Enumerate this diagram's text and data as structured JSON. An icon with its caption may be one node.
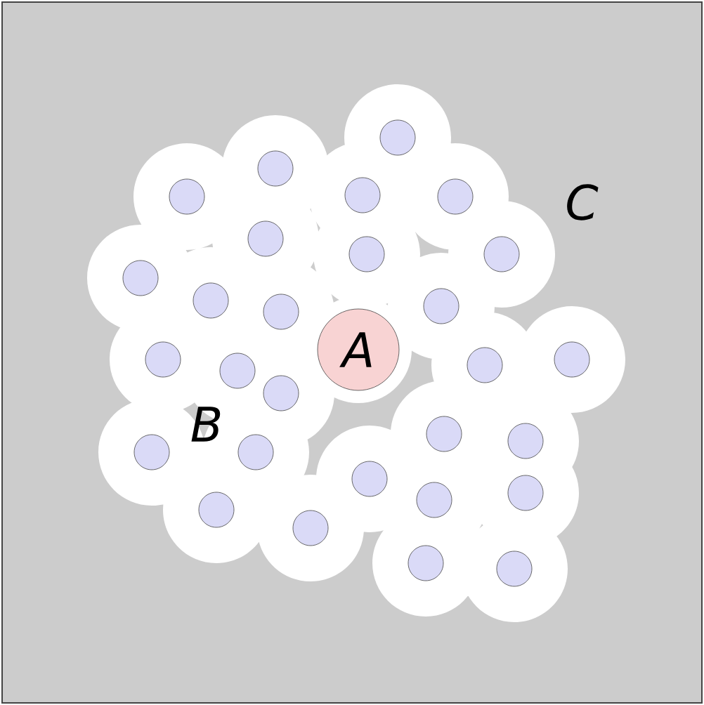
{
  "diagram": {
    "nodes": [
      {
        "text": [
          "A"
        ]
      },
      {
        "text": [],
        "shape": "circle"
      },
      {
        "text": [],
        "shape": "circle"
      },
      {
        "text": [],
        "shape": "circle"
      },
      {
        "text": [],
        "shape": "circle"
      },
      {
        "text": [],
        "shape": "circle"
      },
      {
        "text": [],
        "shape": "circle"
      },
      {
        "text": [],
        "shape": "circle"
      },
      {
        "text": [],
        "shape": "circle"
      },
      {
        "text": [],
        "shape": "circle"
      },
      {
        "text": [],
        "shape": "circle"
      },
      {
        "text": [],
        "shape": "circle"
      },
      {
        "text": [],
        "shape": "circle"
      },
      {
        "text": [],
        "shape": "circle"
      },
      {
        "text": [],
        "shape": "circle"
      },
      {
        "text": [],
        "shape": "circle"
      },
      {
        "text": [],
        "shape": "circle"
      },
      {
        "text": [],
        "shape": "circle"
      },
      {
        "text": [],
        "shape": "circle"
      },
      {
        "text": [],
        "shape": "circle"
      },
      {
        "text": [],
        "shape": "circle"
      },
      {
        "text": [],
        "shape": "circle"
      },
      {
        "text": [],
        "shape": "circle"
      },
      {
        "text": [],
        "shape": "circle"
      },
      {
        "text": [],
        "shape": "circle"
      },
      {
        "text": [],
        "shape": "circle"
      },
      {
        "text": [],
        "shape": "circle"
      },
      {
        "text": [],
        "shape": "circle"
      },
      {
        "text": [],
        "shape": "circle"
      }
    ],
    "labels": [
      "B",
      "C"
    ]
  }
}
